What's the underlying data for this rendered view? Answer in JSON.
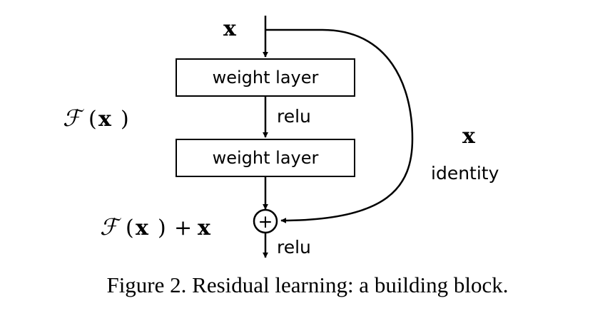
{
  "input_label": "x",
  "layer1_label": "weight layer",
  "layer2_label": "weight layer",
  "relu_mid_label": "relu",
  "relu_out_label": "relu",
  "residual_function": {
    "script": "ℱ",
    "paren_open": "(",
    "var": "x",
    "paren_close": ")"
  },
  "output_expr": {
    "script": "ℱ",
    "paren_open": "(",
    "var": "x",
    "paren_close": ")",
    "plus": "+",
    "var2": "x"
  },
  "shortcut_var": "x",
  "shortcut_label": "identity",
  "add_symbol": "+",
  "caption": "Figure 2. Residual learning: a building block."
}
